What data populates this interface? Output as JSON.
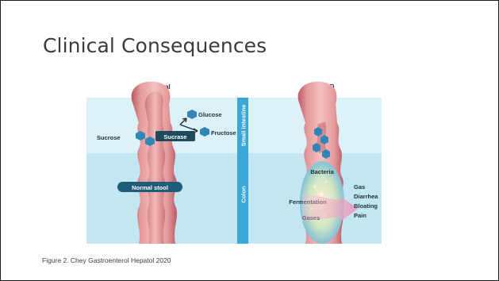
{
  "slide": {
    "title": "Clinical Consequences",
    "caption": "Figure 2. Chey Gastroenterol Hepatol 2020"
  },
  "figure": {
    "normal_heading": "Normal",
    "csid_heading": "CSID",
    "glucose": "Glucose",
    "fructose": "Fructose",
    "sucrose": "Sucrose",
    "sucrase": "Sucrase",
    "normal_stool": "Normal stool",
    "small_intestine": "Small intestine",
    "colon": "Colon",
    "bacteria": "Bacteria",
    "fermentation": "Fermentation",
    "gases": "Gases",
    "symptoms": [
      "Gas",
      "Diarrhea",
      "Bloating",
      "Pain"
    ],
    "colors": {
      "small_intestine_bg": "#dcf1f8",
      "colon_bg": "#bfe4f2",
      "divider": "#3ba6d8",
      "intestine_pink": "#e08a8c",
      "intestine_dark": "#b65a63",
      "molecule": "#2f86b7",
      "label_dark": "#1f4a5e",
      "arrow": "#ef8fb3"
    }
  }
}
